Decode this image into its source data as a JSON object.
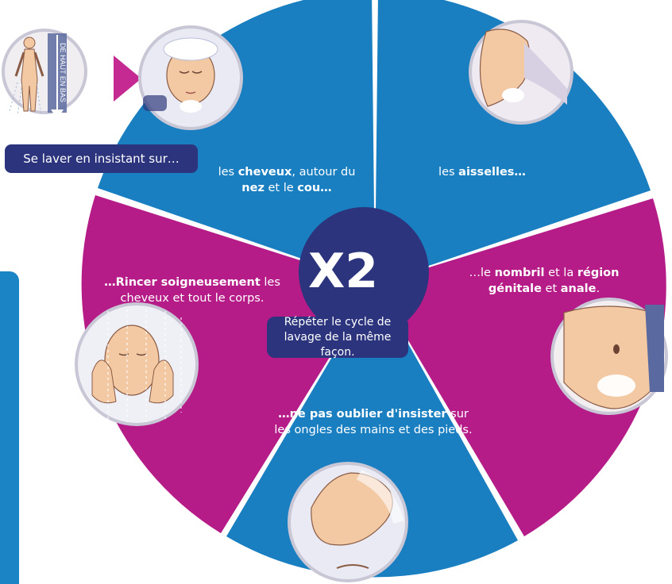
{
  "colors": {
    "blue_segment": "#1a7fc1",
    "magenta_segment": "#b51c87",
    "navy": "#2b347c",
    "arrow": "#c42a92",
    "side_bar": "#1b84c4"
  },
  "intro": {
    "figure_label": "DE HAUT EN BAS",
    "pill_text": "Se laver en insistant sur…"
  },
  "center": {
    "multiplier": "X2",
    "repeat_text": "Répéter le cycle de lavage de la même façon."
  },
  "segments": [
    {
      "id": "hair",
      "color": "blue",
      "text_plain_1": "les ",
      "text_bold_1": "cheveux",
      "text_plain_2": ", autour du ",
      "text_bold_2": "nez",
      "text_plain_3": " et le ",
      "text_bold_3": "cou…",
      "illustration": "face-hair-icon"
    },
    {
      "id": "armpits",
      "color": "blue",
      "text_plain_1": "les ",
      "text_bold_1": "aisselles…",
      "illustration": "armpit-icon"
    },
    {
      "id": "navel",
      "color": "magenta",
      "text_plain_1": "…le ",
      "text_bold_1": "nombril",
      "text_plain_2": " et la ",
      "text_bold_2": "région génitale",
      "text_plain_3": " et ",
      "text_bold_3": "anale",
      "text_plain_4": ".",
      "illustration": "abdomen-icon"
    },
    {
      "id": "nails",
      "color": "blue",
      "text_bold_1": "…ne pas oublier d'insister",
      "text_plain_1": " sur les ongles des mains et des pieds.",
      "illustration": "hand-icon"
    },
    {
      "id": "rinse",
      "color": "magenta",
      "text_bold_1": "…Rincer soigneusement",
      "text_plain_1": " les cheveux et tout le corps.",
      "illustration": "rinse-face-icon"
    }
  ]
}
